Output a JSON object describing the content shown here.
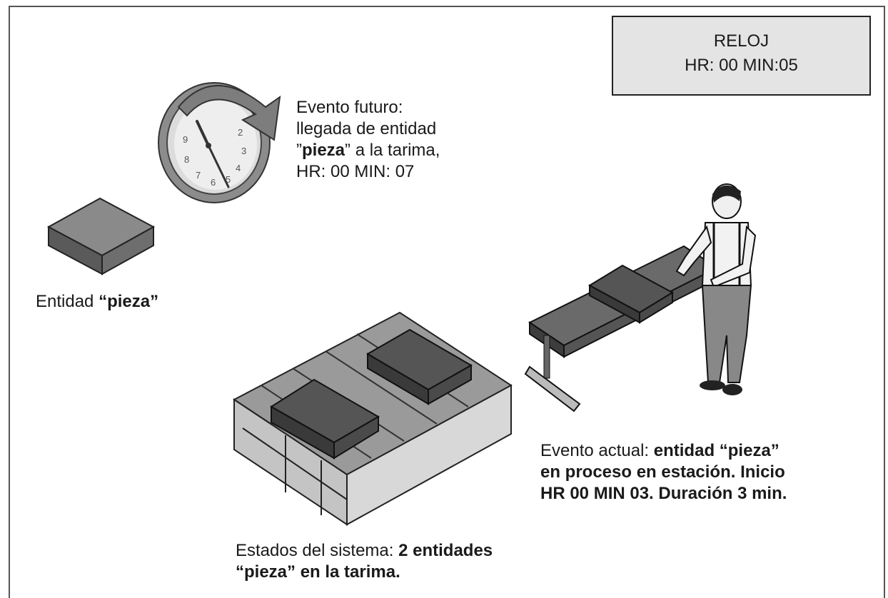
{
  "clock_box": {
    "title": "RELOJ",
    "time": "HR: 00  MIN:05"
  },
  "future_event": {
    "line1": "Evento futuro:",
    "line2": "llegada de entidad",
    "line3_quote_open": "”",
    "line3_bold": "pieza",
    "line3_rest": "” a la tarima,",
    "line4": "HR: 00 MIN: 07"
  },
  "entity": {
    "prefix": "Entidad ",
    "bold": "“pieza”"
  },
  "current_event": {
    "prefix": "Evento actual: ",
    "bold1": "entidad “pieza”",
    "line2": "en proceso en estación. Inicio",
    "line3": "HR 00 MIN 03. Duración 3 min."
  },
  "system_state": {
    "prefix": "Estados del sistema: ",
    "bold1": "2 entidades",
    "line2": "“pieza” en la tarima."
  },
  "clock_numbers": [
    "2",
    "3",
    "4",
    "5",
    "6",
    "7",
    "8",
    "9"
  ],
  "colors": {
    "box_dark": "#3d3d3d",
    "box_mid": "#6a6a6a",
    "box_top": "#8a8a8a",
    "pallet": "#7a7a7a",
    "clock_box_bg": "#e4e4e4"
  }
}
